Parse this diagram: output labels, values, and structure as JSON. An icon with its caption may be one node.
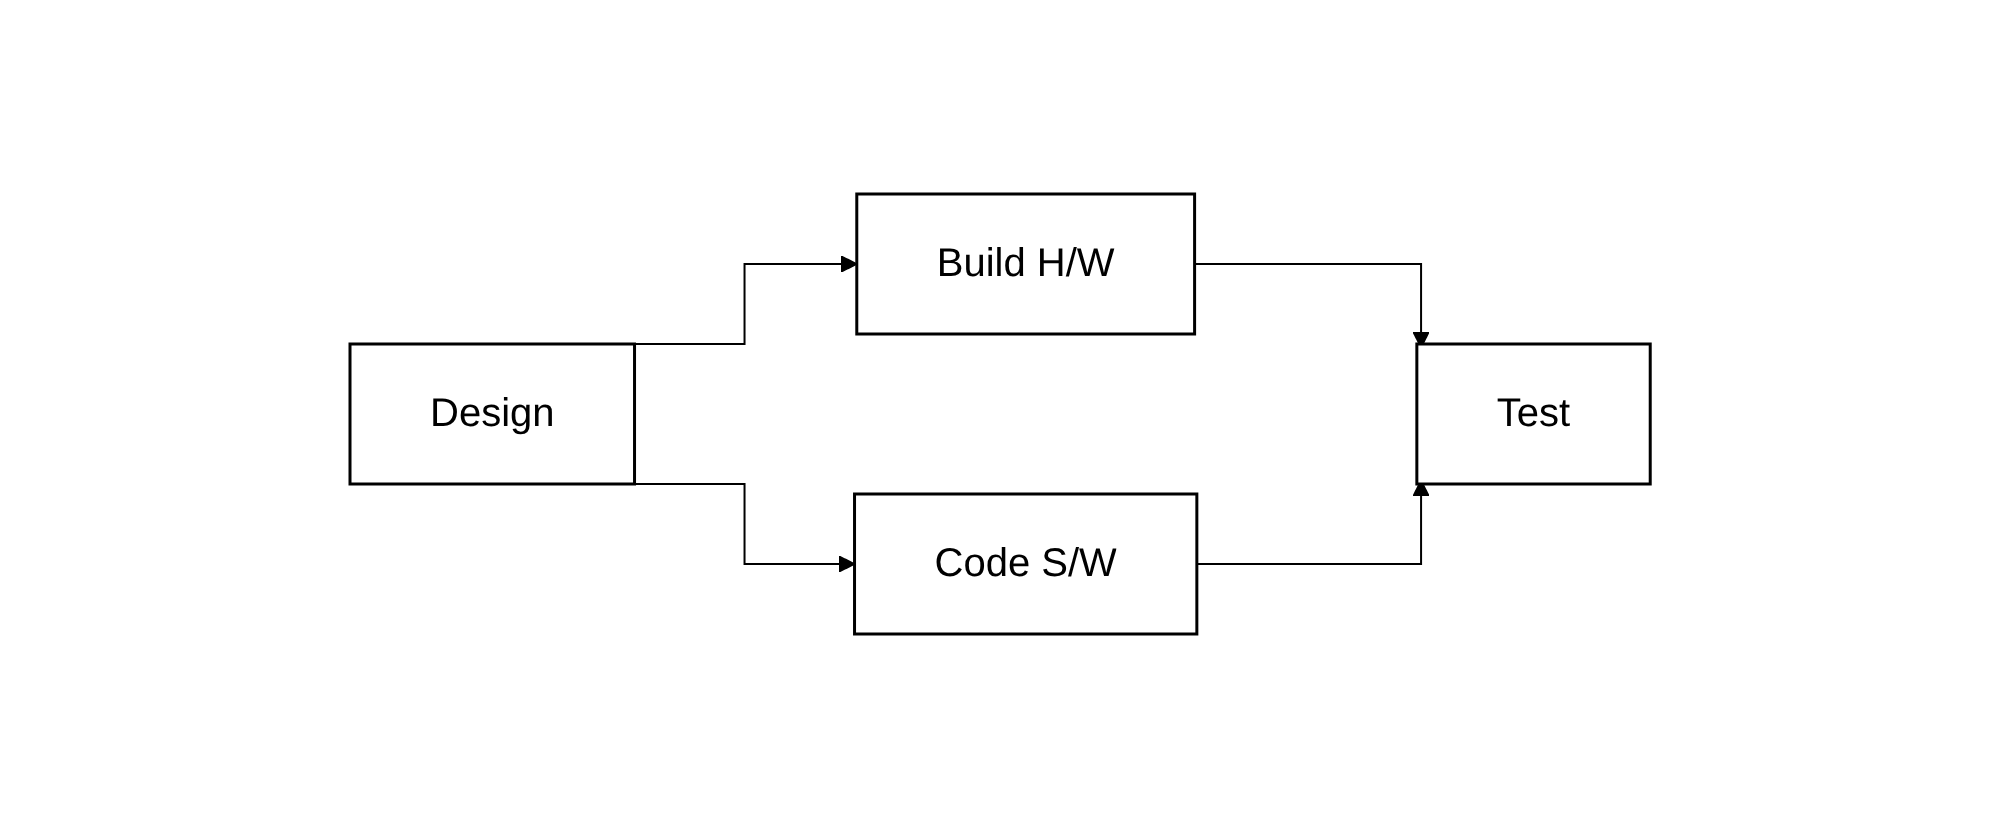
{
  "diagram": {
    "nodes": [
      {
        "text": [
          "Design"
        ]
      },
      {
        "text": [
          "Build H/W"
        ]
      },
      {
        "text": [
          "Code S/W"
        ]
      },
      {
        "text": [
          "Test"
        ]
      }
    ],
    "edges": [
      {
        "from": 0,
        "to": 1,
        "arrow": "to"
      },
      {
        "from": 0,
        "to": 2,
        "arrow": "to"
      },
      {
        "from": 1,
        "to": 3,
        "arrow": "to"
      },
      {
        "from": 2,
        "to": 3,
        "arrow": "to"
      }
    ]
  }
}
